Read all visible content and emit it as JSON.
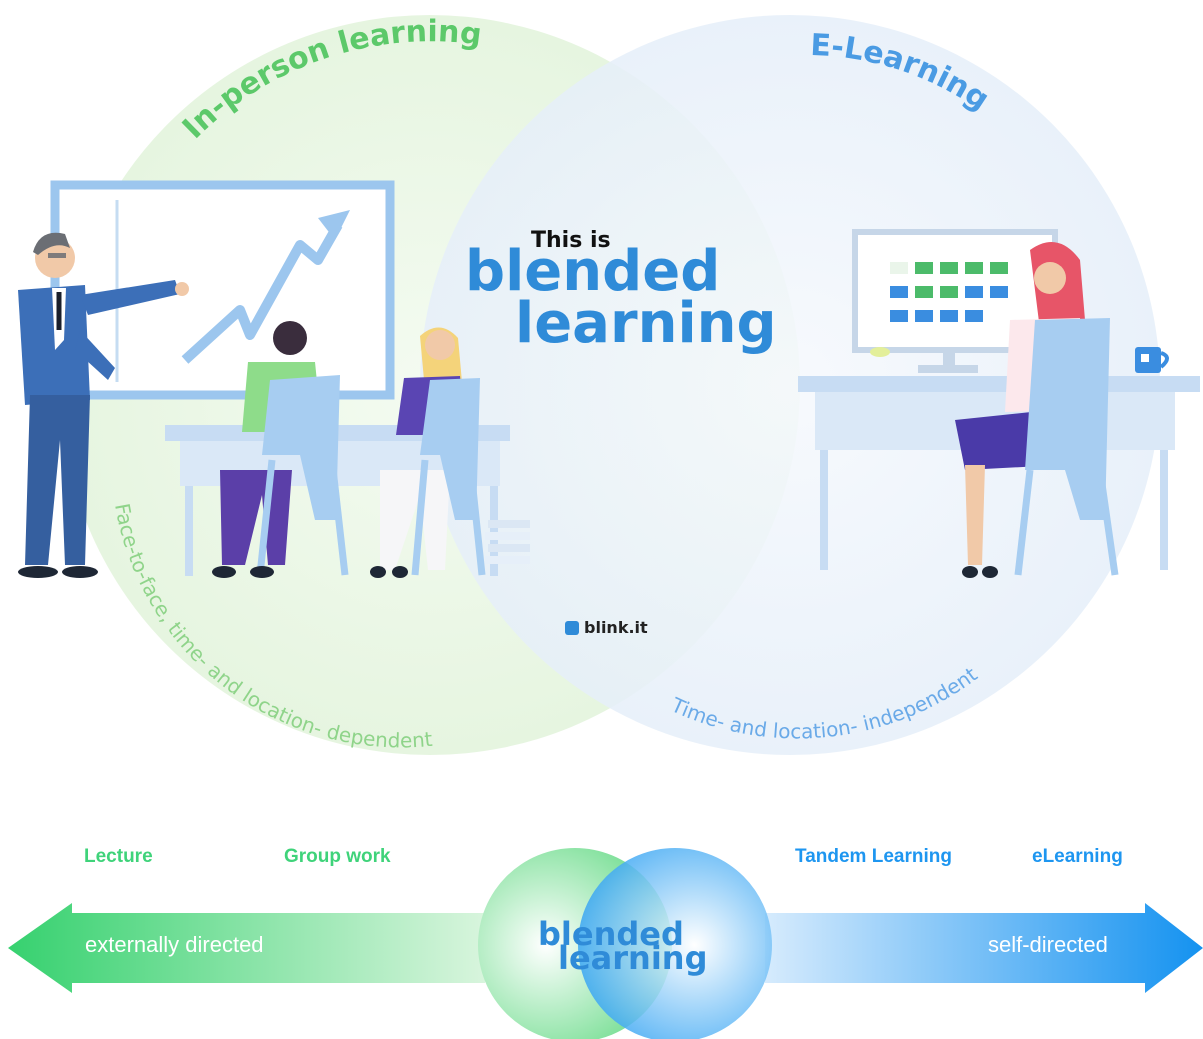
{
  "venn": {
    "left_title": "In-person learning",
    "right_title": "E-Learning",
    "left_description": "Face-to-face, time- and location- dependent",
    "right_description": "Time- and location- independent",
    "center_small": "This is",
    "center_line1": "blended",
    "center_line2": "learning",
    "brand": "blink.it"
  },
  "spectrum": {
    "labels": [
      "Lecture",
      "Group work",
      "Tandem Learning",
      "eLearning"
    ],
    "left_arrow_text": "externally directed",
    "right_arrow_text": "self-directed",
    "center_line1": "blended",
    "center_line2": "learning"
  },
  "colors": {
    "green": "#3fd37a",
    "blue": "#1e96f0",
    "light_green": "#e9f7e4",
    "light_blue": "#eaf2fb",
    "title_green": "#5cc96a",
    "title_blue": "#4a9be3"
  },
  "icons": [
    "presenter-illustration",
    "whiteboard-chart-icon",
    "students-at-desk-illustration",
    "woman-at-computer-illustration",
    "mug-icon"
  ]
}
